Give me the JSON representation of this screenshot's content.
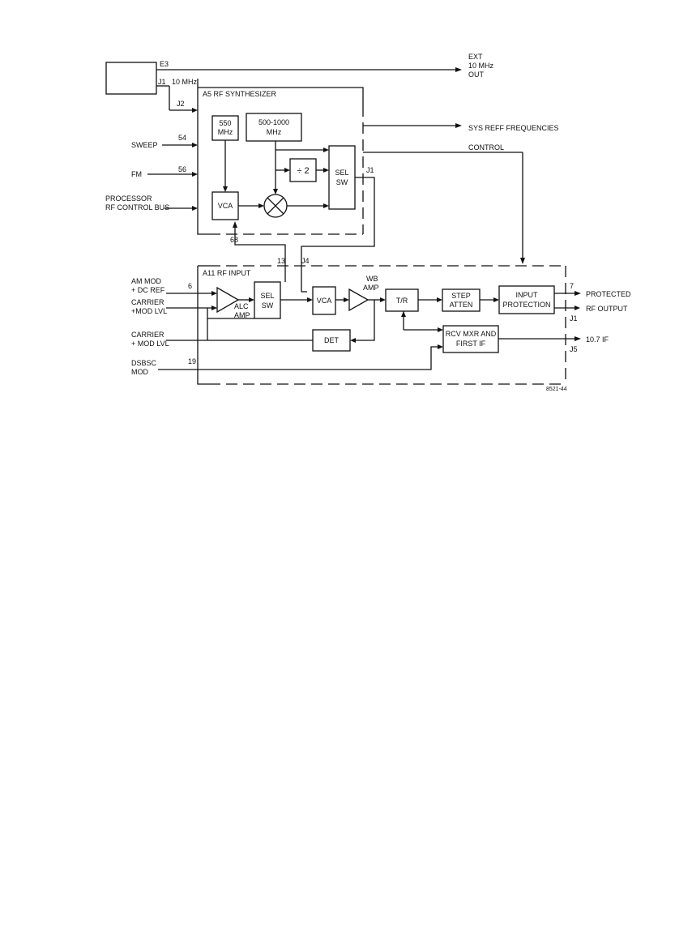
{
  "diagram": {
    "labels": {
      "e3": "E3",
      "j1_top": "J1",
      "ten_mhz": "10 MHz",
      "j2": "J2",
      "ext_1": "EXT",
      "ext_2": "10 MHz",
      "ext_3": "OUT",
      "a5_title": "A5 RF SYNTHESIZER",
      "sys_reff": "SYS REFF FREQUENCIES",
      "control": "CONTROL",
      "sweep": "SWEEP",
      "pin_54": "54",
      "fm": "FM",
      "pin_56": "56",
      "processor_1": "PROCESSOR",
      "processor_2": "RF CONTROL BUS",
      "j1_a5": "J1",
      "pin_68": "68",
      "pin_13": "13",
      "j4": "J4",
      "a11_title": "A11 RF INPUT",
      "am_mod_1": "AM MOD",
      "am_mod_2": "+ DC REF",
      "pin_6": "6",
      "carrier1_1": "CARRIER",
      "carrier1_2": "+MOD LVL",
      "alc_1": "ALC",
      "alc_2": "AMP",
      "wb_1": "WB",
      "wb_2": "AMP",
      "carrier2_1": "CARRIER",
      "carrier2_2": "+ MOD LVL",
      "dsbsc_1": "DSBSC",
      "dsbsc_2": "MOD",
      "pin_19": "19",
      "pin_7": "7",
      "protected": "PROTECTED",
      "rf_output": "RF OUTPUT",
      "j1_a11": "J1",
      "if_out": "10.7 IF",
      "j5": "J5",
      "fig_id": "8521-44"
    },
    "blocks": {
      "osc550_1": "550",
      "osc550_2": "MHz",
      "osc500_1": "500-1000",
      "osc500_2": "MHz",
      "div2": "÷ 2",
      "selsw1_1": "SEL",
      "selsw1_2": "SW",
      "vca1": "VCA",
      "selsw2_1": "SEL",
      "selsw2_2": "SW",
      "vca2": "VCA",
      "tr": "T/R",
      "step_1": "STEP",
      "step_2": "ATTEN",
      "inprot_1": "INPUT",
      "inprot_2": "PROTECTION",
      "det": "DET",
      "rcv_1": "RCV MXR AND",
      "rcv_2": "FIRST IF"
    }
  }
}
